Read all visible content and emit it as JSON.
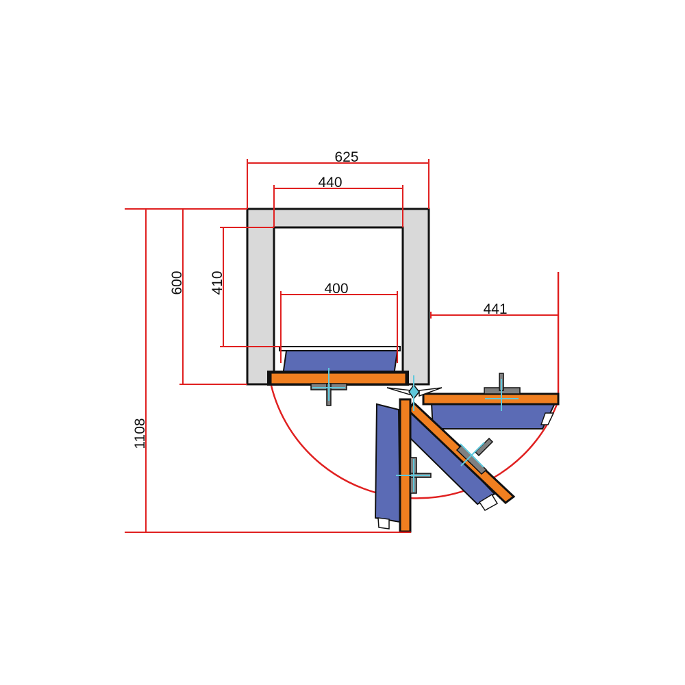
{
  "dimensions": {
    "overall_width": "625",
    "inner_width": "440",
    "drawer_width": "400",
    "overall_depth": "600",
    "inner_depth": "410",
    "door_swing_extension": "441",
    "total_depth_door_open": "1108"
  },
  "colors": {
    "dimension_line": "#e02020",
    "cabinet_wall": "#d9d9d9",
    "outline": "#111111",
    "door_panel": "#f07f20",
    "drawer_body": "#5b6bb5",
    "handle": "#808080",
    "centerline": "#5fc8dc"
  }
}
